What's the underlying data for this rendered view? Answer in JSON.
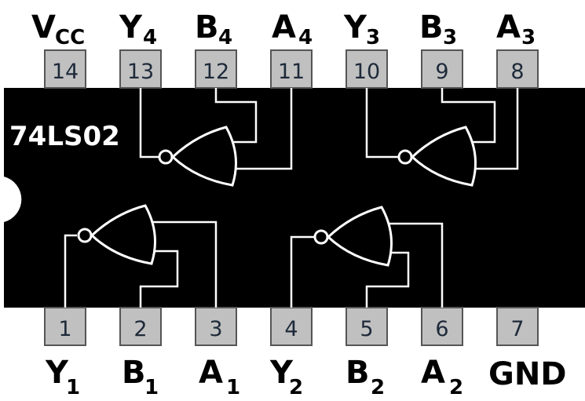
{
  "chip": {
    "name": "74LS02"
  },
  "top_pins": [
    {
      "number": "14",
      "label": "V",
      "sub": "CC"
    },
    {
      "number": "13",
      "label": "Y",
      "sub": "4"
    },
    {
      "number": "12",
      "label": "B",
      "sub": "4"
    },
    {
      "number": "11",
      "label": "A",
      "sub": "4"
    },
    {
      "number": "10",
      "label": "Y",
      "sub": "3"
    },
    {
      "number": "9",
      "label": "B",
      "sub": "3"
    },
    {
      "number": "8",
      "label": "A",
      "sub": "3"
    }
  ],
  "bottom_pins": [
    {
      "number": "1",
      "label": "Y",
      "sub": "1"
    },
    {
      "number": "2",
      "label": "B",
      "sub": "1"
    },
    {
      "number": "3",
      "label": "A",
      "sub": "1"
    },
    {
      "number": "4",
      "label": "Y",
      "sub": "2"
    },
    {
      "number": "5",
      "label": "B",
      "sub": "2"
    },
    {
      "number": "6",
      "label": "A",
      "sub": "2"
    },
    {
      "number": "7",
      "label": "GND",
      "sub": ""
    }
  ],
  "colors": {
    "body": "#000000",
    "pin": "#c0c0c0",
    "pin_border": "#555555",
    "wire": "#ffffff"
  }
}
